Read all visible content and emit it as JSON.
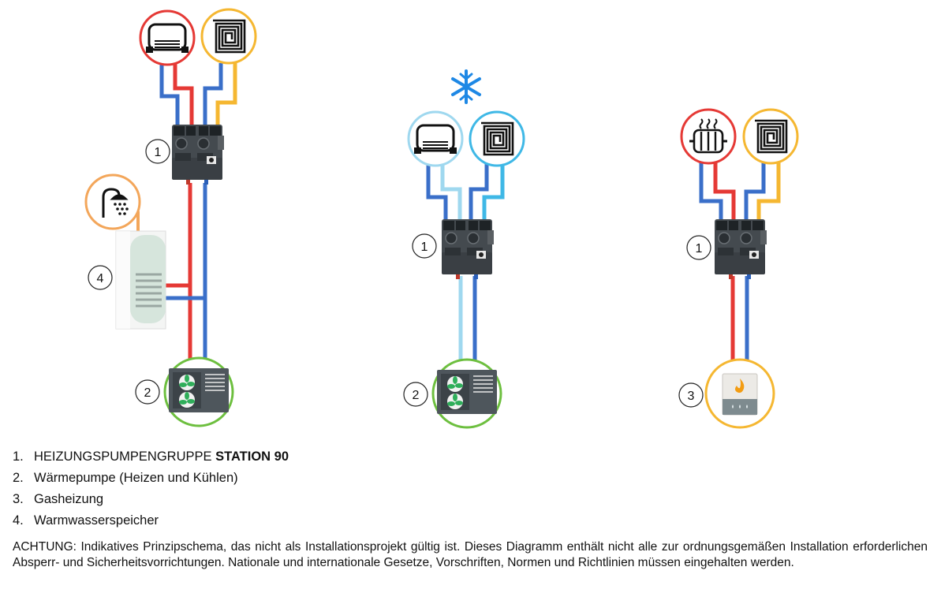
{
  "diagram": {
    "numbers": {
      "left_station": "1",
      "left_tank": "4",
      "left_heatpump": "2",
      "mid_station": "1",
      "mid_heatpump": "2",
      "right_station": "1",
      "right_boiler": "3"
    },
    "icons": {
      "left_top": [
        "fan-coil-icon",
        "floor-heating-icon"
      ],
      "left_tap": "shower-icon",
      "mid_mode": "snowflake-icon",
      "mid_top": [
        "fan-coil-icon",
        "floor-heating-icon"
      ],
      "right_top": [
        "radiator-icon",
        "floor-heating-icon"
      ],
      "right_source": "gas-boiler-icon",
      "heat_pump": "heat-pump-icon"
    },
    "colors": {
      "supply_hot": "#e53935",
      "return": "#3a6fc9",
      "cold_supply": "#9fd8ef",
      "floor_supply": "#f5b731",
      "ring_red": "#e53935",
      "ring_yellow": "#f5b731",
      "ring_blue": "#3fb8e6",
      "ring_green": "#6dbf3f",
      "ring_orange": "#f3a65a"
    }
  },
  "legend": [
    {
      "num": "1.",
      "text": "HEIZUNGSPUMPENGRUPPE ",
      "bold": "STATION 90"
    },
    {
      "num": "2.",
      "text": "Wärmepumpe (Heizen und Kühlen)",
      "bold": ""
    },
    {
      "num": "3.",
      "text": "Gasheizung",
      "bold": ""
    },
    {
      "num": "4.",
      "text": "Warmwasserspeicher",
      "bold": ""
    }
  ],
  "note": "ACHTUNG: Indikatives Prinzipschema, das nicht als Installationsprojekt gültig ist. Dieses Diagramm enthält nicht alle zur ordnungsgemäßen Installation erforderlichen Absperr- und Sicherheitsvorrichtungen. Nationale und internationale Gesetze, Vorschriften, Normen und Richtlinien müssen eingehalten werden."
}
